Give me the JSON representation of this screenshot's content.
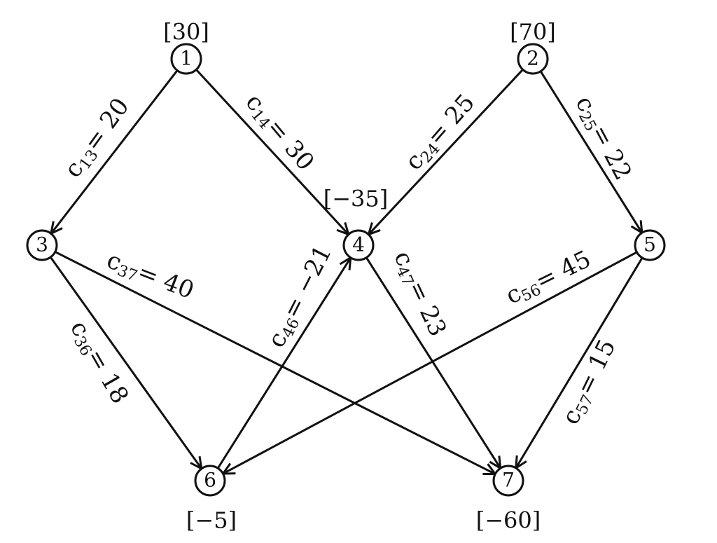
{
  "nodes": [
    {
      "id": "1",
      "label": "1",
      "supply": "[30]"
    },
    {
      "id": "2",
      "label": "2",
      "supply": "[70]"
    },
    {
      "id": "3",
      "label": "3",
      "supply": ""
    },
    {
      "id": "4",
      "label": "4",
      "supply": "[−35]"
    },
    {
      "id": "5",
      "label": "5",
      "supply": ""
    },
    {
      "id": "6",
      "label": "6",
      "supply": "[−5]"
    },
    {
      "id": "7",
      "label": "7",
      "supply": "[−60]"
    }
  ],
  "edges": [
    {
      "from": "1",
      "to": "3",
      "cost_label": "c",
      "subscript": "13",
      "value": "= 20"
    },
    {
      "from": "1",
      "to": "4",
      "cost_label": "c",
      "subscript": "14",
      "value": "= 30"
    },
    {
      "from": "2",
      "to": "4",
      "cost_label": "c",
      "subscript": "24",
      "value": "= 25"
    },
    {
      "from": "2",
      "to": "5",
      "cost_label": "c",
      "subscript": "25",
      "value": "= 22"
    },
    {
      "from": "3",
      "to": "6",
      "cost_label": "c",
      "subscript": "36",
      "value": "= 18"
    },
    {
      "from": "3",
      "to": "7",
      "cost_label": "c",
      "subscript": "37",
      "value": "= 40"
    },
    {
      "from": "6",
      "to": "4",
      "cost_label": "c",
      "subscript": "46",
      "value": "= −21"
    },
    {
      "from": "4",
      "to": "7",
      "cost_label": "c",
      "subscript": "47",
      "value": "= 23"
    },
    {
      "from": "5",
      "to": "6",
      "cost_label": "c",
      "subscript": "56",
      "value": "= 45"
    },
    {
      "from": "5",
      "to": "7",
      "cost_label": "c",
      "subscript": "57",
      "value": "= 15"
    }
  ],
  "colors": {
    "ink": "#111111",
    "background": "#ffffff"
  }
}
